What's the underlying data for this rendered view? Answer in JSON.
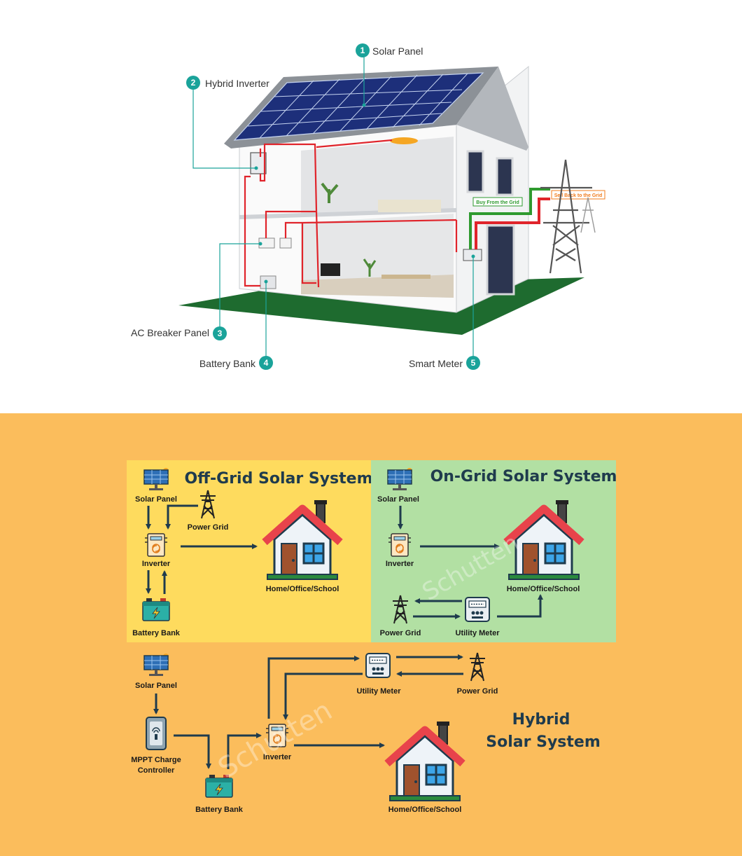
{
  "house_diagram": {
    "callouts": [
      {
        "num": "1",
        "label": "Solar Panel"
      },
      {
        "num": "2",
        "label": "Hybrid Inverter"
      },
      {
        "num": "3",
        "label": "AC Breaker Panel"
      },
      {
        "num": "4",
        "label": "Battery Bank"
      },
      {
        "num": "5",
        "label": "Smart Meter"
      }
    ],
    "grid_signs": {
      "buy": "Buy From the Grid",
      "sell": "Sell Back to the Grid"
    }
  },
  "off_grid": {
    "title": "Off-Grid Solar System",
    "labels": {
      "solar_panel": "Solar Panel",
      "power_grid": "Power Grid",
      "inverter": "Inverter",
      "battery_bank": "Battery Bank",
      "home": "Home/Office/School"
    }
  },
  "on_grid": {
    "title": "On-Grid Solar System",
    "labels": {
      "solar_panel": "Solar Panel",
      "inverter": "Inverter",
      "home": "Home/Office/School",
      "power_grid": "Power Grid",
      "utility_meter": "Utility Meter"
    }
  },
  "hybrid": {
    "title_line1": "Hybrid",
    "title_line2": "Solar System",
    "labels": {
      "solar_panel": "Solar Panel",
      "mppt_line1": "MPPT Charge",
      "mppt_line2": "Controller",
      "battery_bank": "Battery Bank",
      "inverter": "Inverter",
      "utility_meter": "Utility Meter",
      "power_grid": "Power Grid",
      "home": "Home/Office/School"
    }
  },
  "watermark": "Schutten",
  "colors": {
    "teal_badge": "#1aa39a",
    "wire_red": "#e0242b",
    "lawn_green": "#1e6b2f",
    "orange_bg": "#fbbd5c",
    "offgrid_bg": "#fedb5e",
    "ongrid_bg": "#b2e0a3",
    "arrow_navy": "#1f3b4d",
    "sell_orange": "#f07c1e",
    "buy_green": "#2f9a2f"
  }
}
